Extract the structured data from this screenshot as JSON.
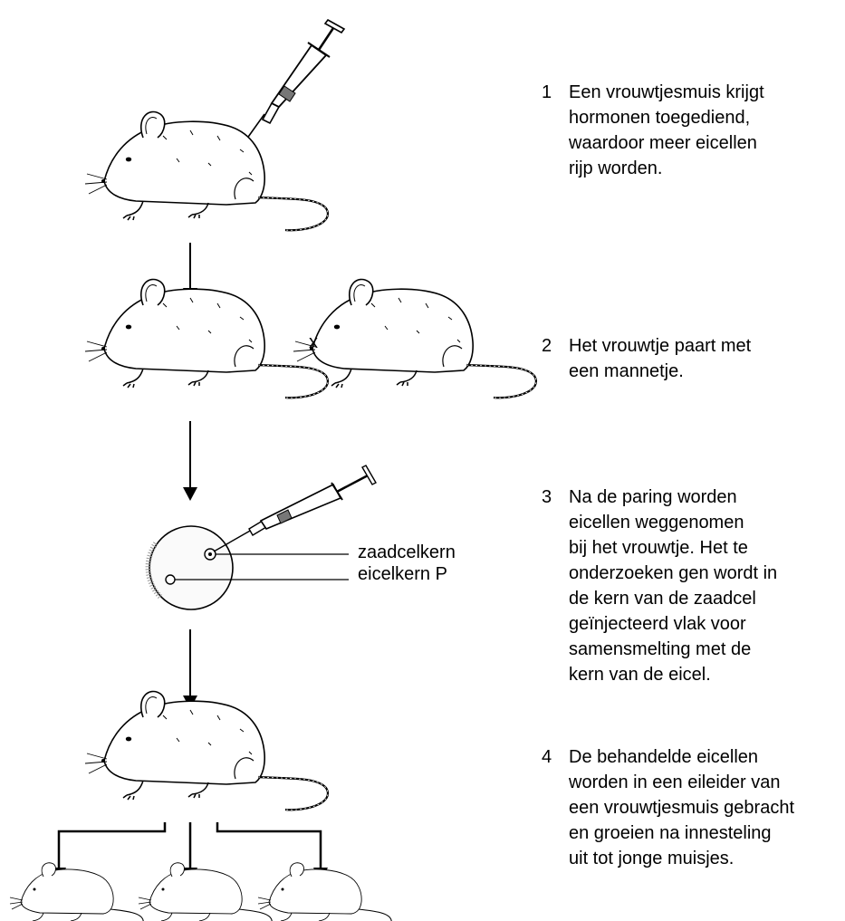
{
  "steps": [
    {
      "number": "1",
      "text": "Een vrouwtjesmuis krijgt\nhormonen toegediend,\nwaardoor meer eicellen\nrijp worden."
    },
    {
      "number": "2",
      "text": "Het vrouwtje paart met\neen mannetje."
    },
    {
      "number": "3",
      "text": "Na de paring worden\neicellen weggenomen\nbij het vrouwtje. Het te\nonderzoeken gen wordt in\nde kern van de zaadcel\ngeïnjecteerd vlak voor\nsamensmelting met de\nkern van de eicel."
    },
    {
      "number": "4",
      "text": "De behandelde eicellen\nworden in een eileider van\neen vrouwtjesmuis gebracht\nen groeien na innesteling\nuit tot jonge muisjes."
    }
  ],
  "labels": {
    "sperm_nucleus": "zaadcelkern",
    "egg_nucleus": "eicelkern P",
    "cross": "x"
  },
  "icons": {
    "mouse": "mouse-icon",
    "syringe": "syringe-icon",
    "egg_cell": "egg-cell-icon",
    "arrow": "arrow-down-icon"
  },
  "colors": {
    "line": "#000000",
    "background": "#ffffff"
  }
}
